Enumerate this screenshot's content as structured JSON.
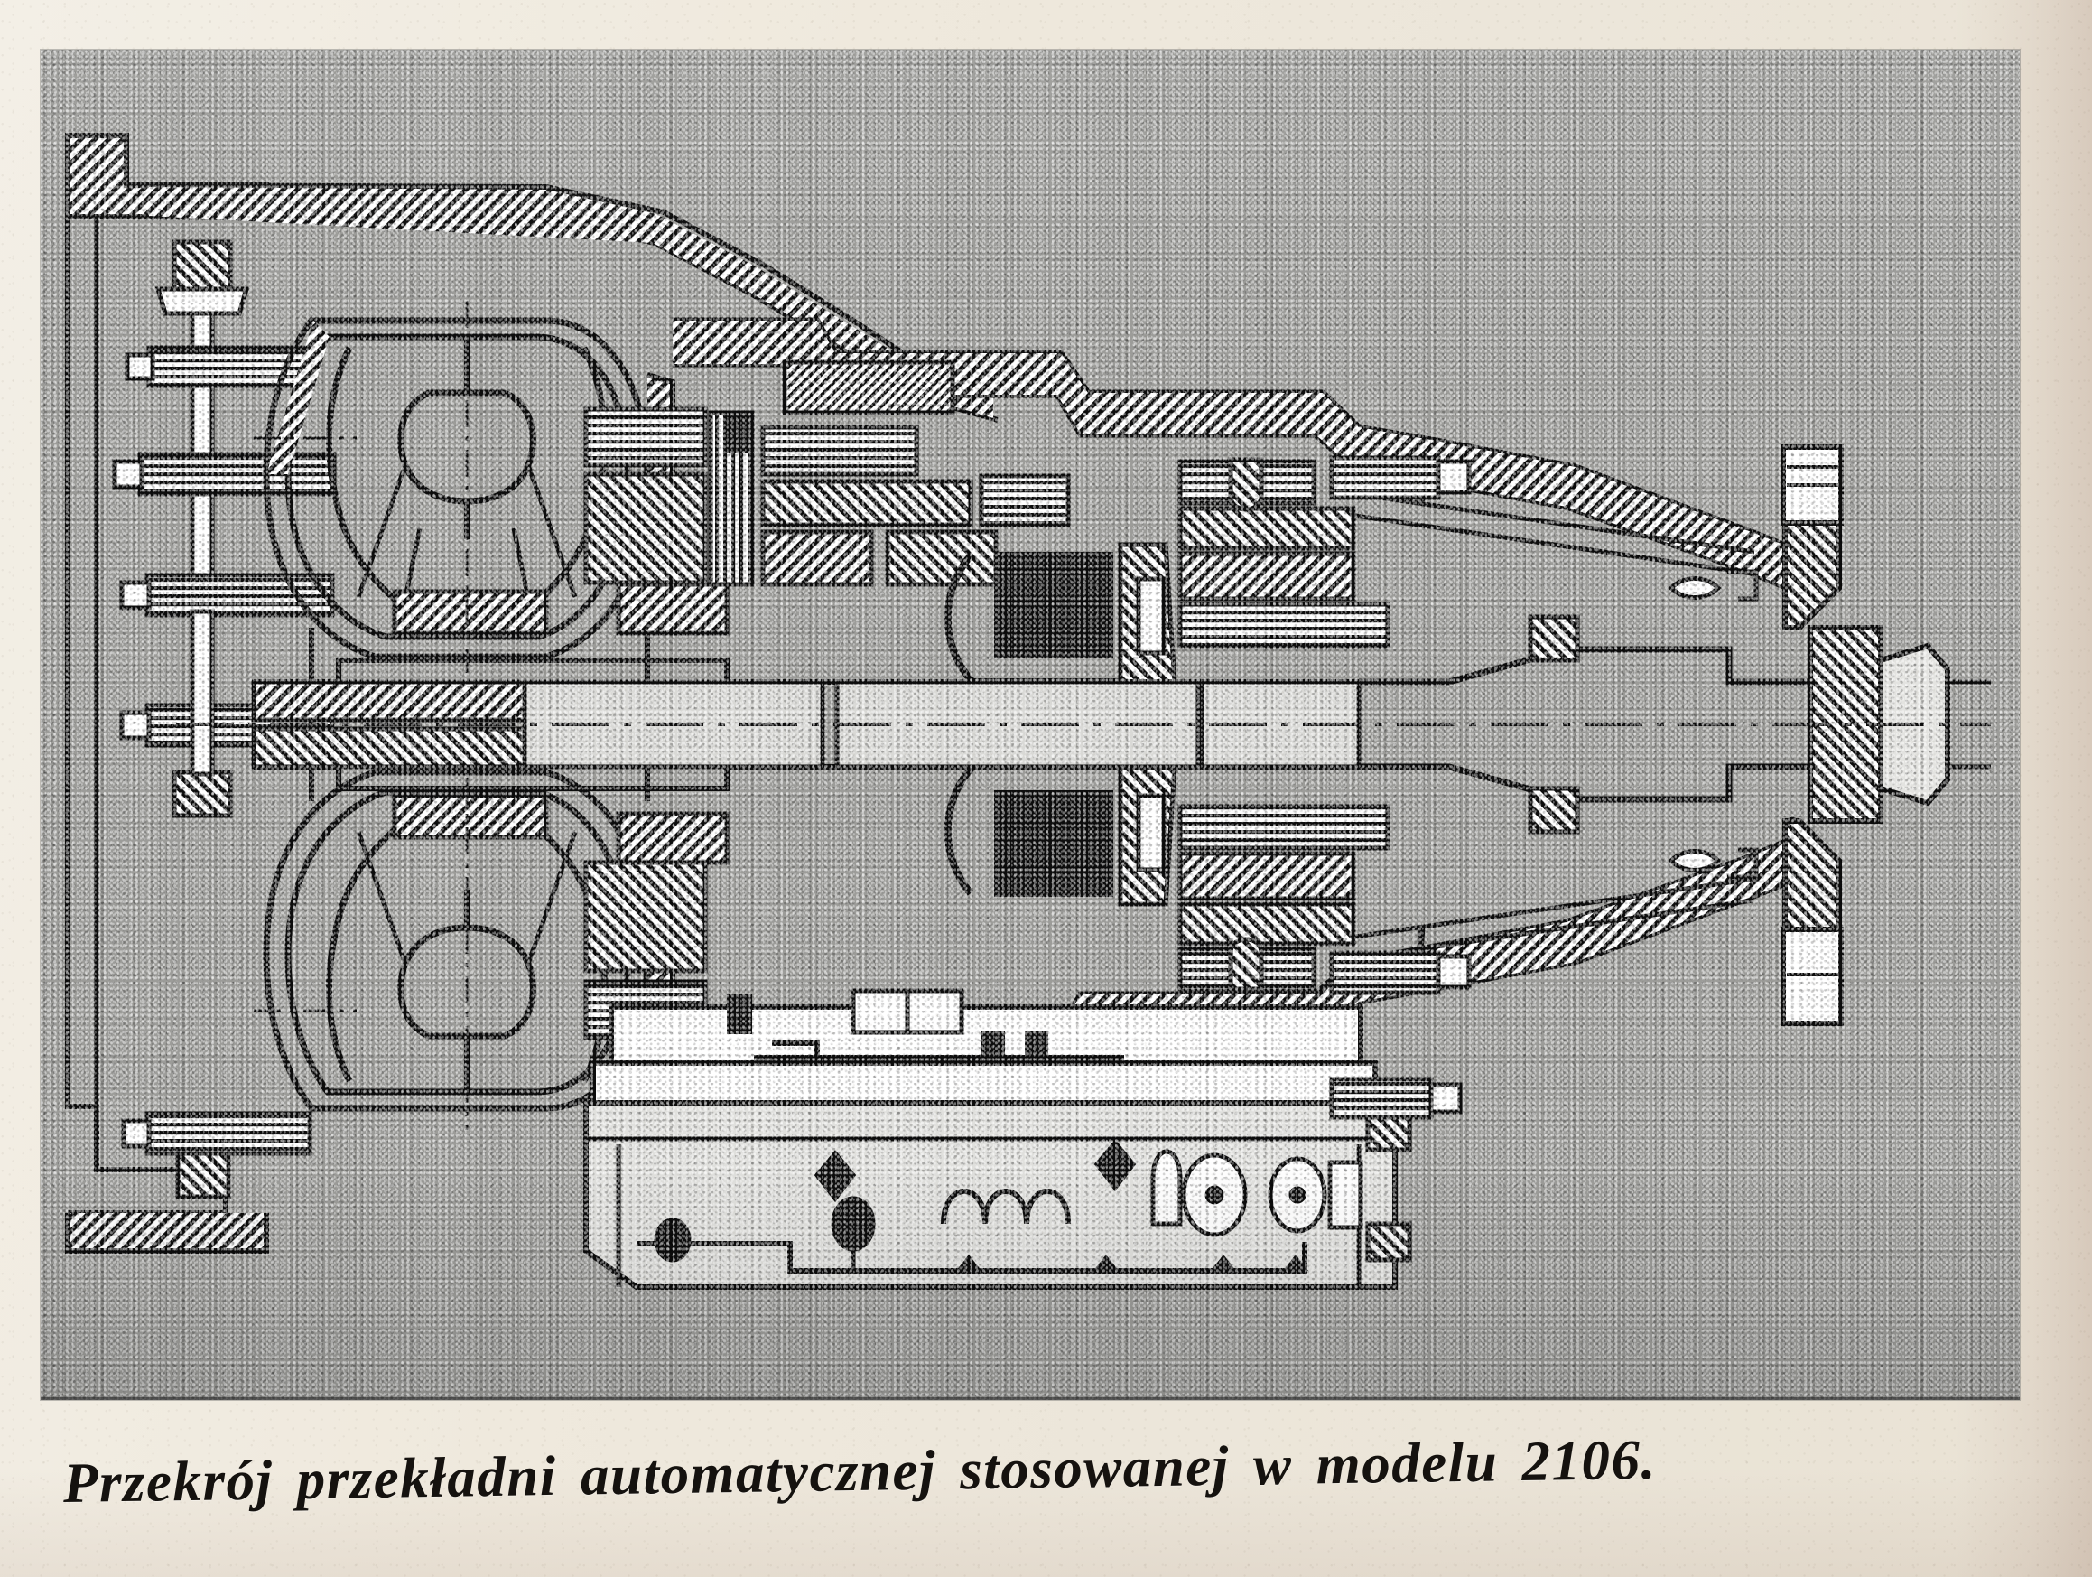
{
  "page": {
    "kind": "scanned-book-page",
    "paper_color": "#efe9dd",
    "photo_background_color": "#9c9c99",
    "ink_color": "#101010"
  },
  "figure": {
    "title": "Przekrój przekładni automatycznej stosowanej w modelu 2106.",
    "caption": "Przekrój przekładni automatycznej stosowanej w modelu 2106.",
    "model_number": "2106",
    "drawing_type": "sectional-assembly-drawing",
    "subject": "automatic transmission cross-section",
    "orientation": "torque converter at left, output shaft at right",
    "components": [
      {
        "name": "bellhousing-flange",
        "note": "left mounting flange with studs"
      },
      {
        "name": "torque-converter-upper",
        "note": "upper toroidal half"
      },
      {
        "name": "torque-converter-lower",
        "note": "lower toroidal half"
      },
      {
        "name": "oil-pump",
        "note": "front pump behind converter"
      },
      {
        "name": "input-shaft",
        "note": "central shaft on centreline"
      },
      {
        "name": "clutch-pack-front"
      },
      {
        "name": "brake-band-servo-upper",
        "note": "solid black piston pocket"
      },
      {
        "name": "brake-band-servo-lower",
        "note": "solid black piston pocket"
      },
      {
        "name": "planetary-gear-set"
      },
      {
        "name": "governor-and-rear-bearing"
      },
      {
        "name": "extension-housing",
        "note": "tapered tail housing at right"
      },
      {
        "name": "output-shaft-yoke",
        "note": "splined flange at far right"
      },
      {
        "name": "valve-body",
        "note": "lower control block with spool valves and springs"
      },
      {
        "name": "oil-pan",
        "note": "bottom sump"
      }
    ]
  }
}
